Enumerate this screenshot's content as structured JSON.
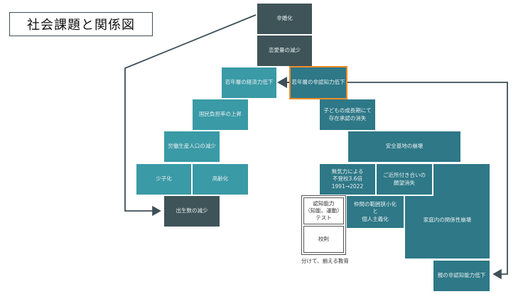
{
  "title": "社会課題と関係図",
  "nodes": {
    "hikon": "非婚化",
    "renai": "恋愛量の減少",
    "keizai": "若年層の経済力低下",
    "ninchi": "若年層の非認知力低下",
    "futan": "国民負担率の上昇",
    "sonzai": "子どもの成長期にて\n存在承認の消失",
    "roudou": "労働生産人口の減少",
    "anzen": "安全基地の崩壊",
    "shoushi": "少子化",
    "koureika": "高齢化",
    "mukiryoku": "無気力による\n不登校3.6倍\n1991→2022",
    "kinjo": "ご近所付き合いの\n願望消失",
    "shussei": "出生数の減少",
    "ninchi_test": "認知能力\n（知能、運動）\nテスト",
    "nakama": "仲間の範囲狭小化\nと\n個人主義化",
    "katei": "家庭内の関係性崩壊",
    "kousoku": "校則",
    "oya": "親の非認知能力低下"
  },
  "caption": "分けて、揃える教育",
  "colors": {
    "dark": "#3f5459",
    "teal_light": "#3a9aa6",
    "teal_dark": "#2e7887",
    "highlight": "#f08c2a",
    "line": "#3d4f57"
  }
}
